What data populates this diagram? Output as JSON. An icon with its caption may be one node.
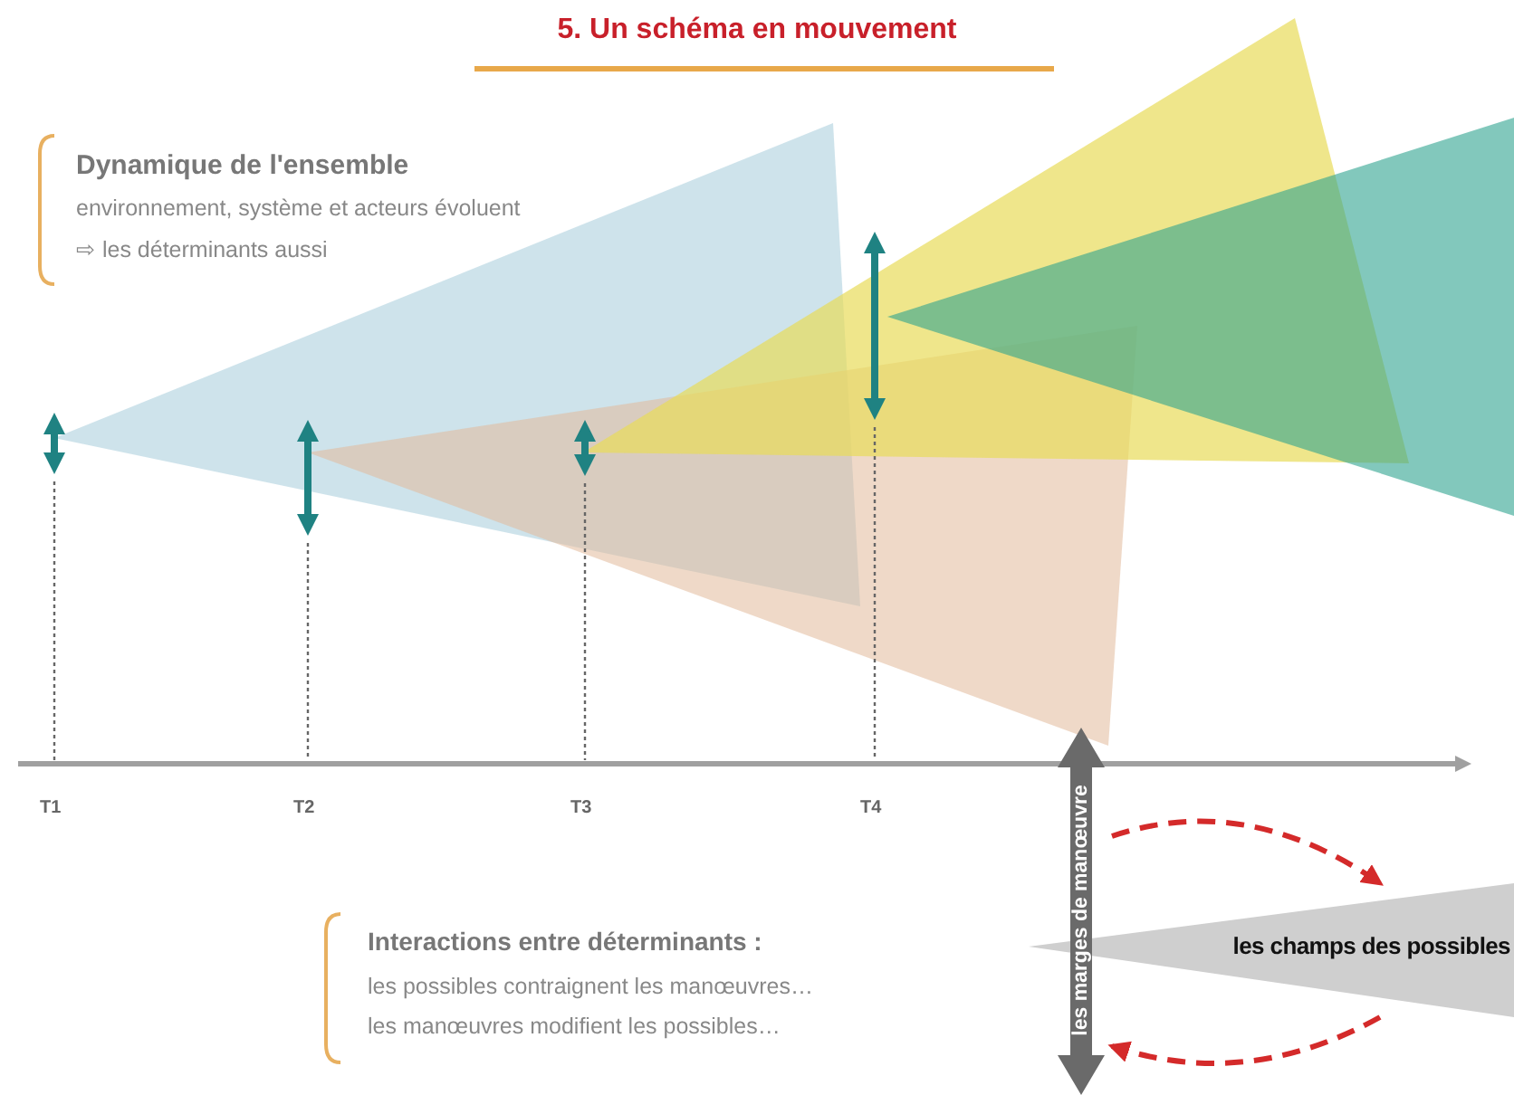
{
  "diagram": {
    "title": "5. Un schéma en mouvement",
    "nodes": [
      {
        "text": [
          "les marges de manœuvre"
        ]
      },
      {
        "text": [
          "les champs des possibles"
        ]
      }
    ],
    "edges": [
      {
        "from": 0,
        "to": 1,
        "arrow": "to",
        "style": "dashed",
        "color": "#d42a2a"
      },
      {
        "from": 1,
        "to": 0,
        "arrow": "to",
        "style": "dashed",
        "color": "#d42a2a"
      }
    ],
    "labels": [
      "Dynamique de l'ensemble",
      "environnement, système et acteurs évoluent",
      "⇨ les déterminants aussi",
      "T1",
      "T2",
      "T3",
      "T4",
      "Interactions entre déterminants :",
      "les possibles contraignent les manœuvres…",
      "les manœuvres modifient les possibles…"
    ]
  }
}
